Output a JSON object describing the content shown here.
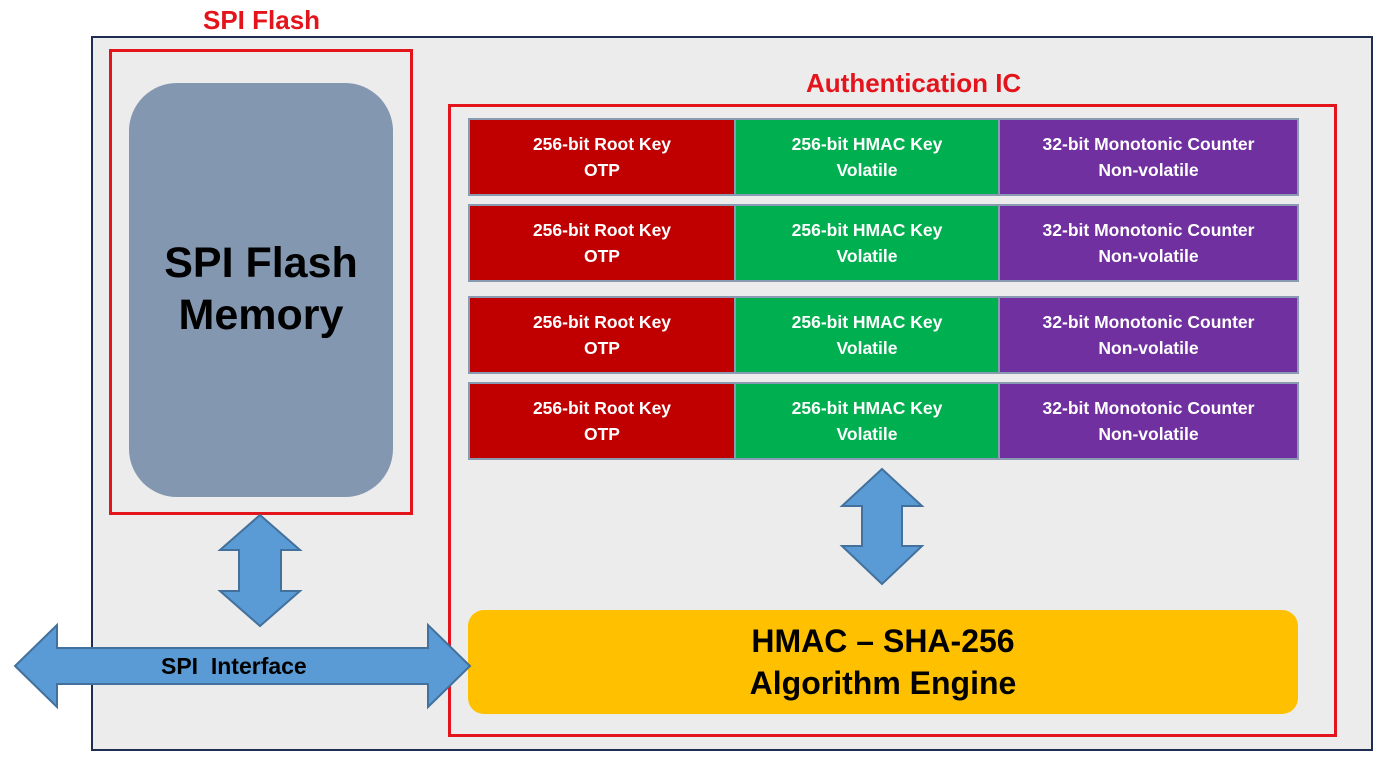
{
  "diagram": {
    "spi_flash_title": "SPI Flash",
    "auth_ic_title": "Authentication IC",
    "memory_line1": "SPI Flash",
    "memory_line2": "Memory",
    "rows": [
      {
        "root_l1": "256-bit Root Key",
        "root_l2": "OTP",
        "hmac_l1": "256-bit HMAC Key",
        "hmac_l2": "Volatile",
        "counter_l1": "32-bit Monotonic Counter",
        "counter_l2": "Non-volatile"
      },
      {
        "root_l1": "256-bit Root Key",
        "root_l2": "OTP",
        "hmac_l1": "256-bit HMAC Key",
        "hmac_l2": "Volatile",
        "counter_l1": "32-bit Monotonic Counter",
        "counter_l2": "Non-volatile"
      },
      {
        "root_l1": "256-bit Root Key",
        "root_l2": "OTP",
        "hmac_l1": "256-bit HMAC Key",
        "hmac_l2": "Volatile",
        "counter_l1": "32-bit Monotonic Counter",
        "counter_l2": "Non-volatile"
      },
      {
        "root_l1": "256-bit Root Key",
        "root_l2": "OTP",
        "hmac_l1": "256-bit HMAC Key",
        "hmac_l2": "Volatile",
        "counter_l1": "32-bit Monotonic Counter",
        "counter_l2": "Non-volatile"
      }
    ],
    "engine_line1": "HMAC – SHA-256",
    "engine_line2": "Algorithm Engine",
    "interface_label": "SPI  Interface"
  },
  "colors": {
    "frame_red": "#e3141c",
    "outer_border": "#1f2d52",
    "background": "#ececec",
    "memory_block": "#8497b0",
    "root_key": "#c00000",
    "hmac_key": "#00b050",
    "counter": "#7030a0",
    "engine": "#ffc000",
    "arrow_fill": "#5b9bd5",
    "arrow_stroke": "#41719c"
  }
}
